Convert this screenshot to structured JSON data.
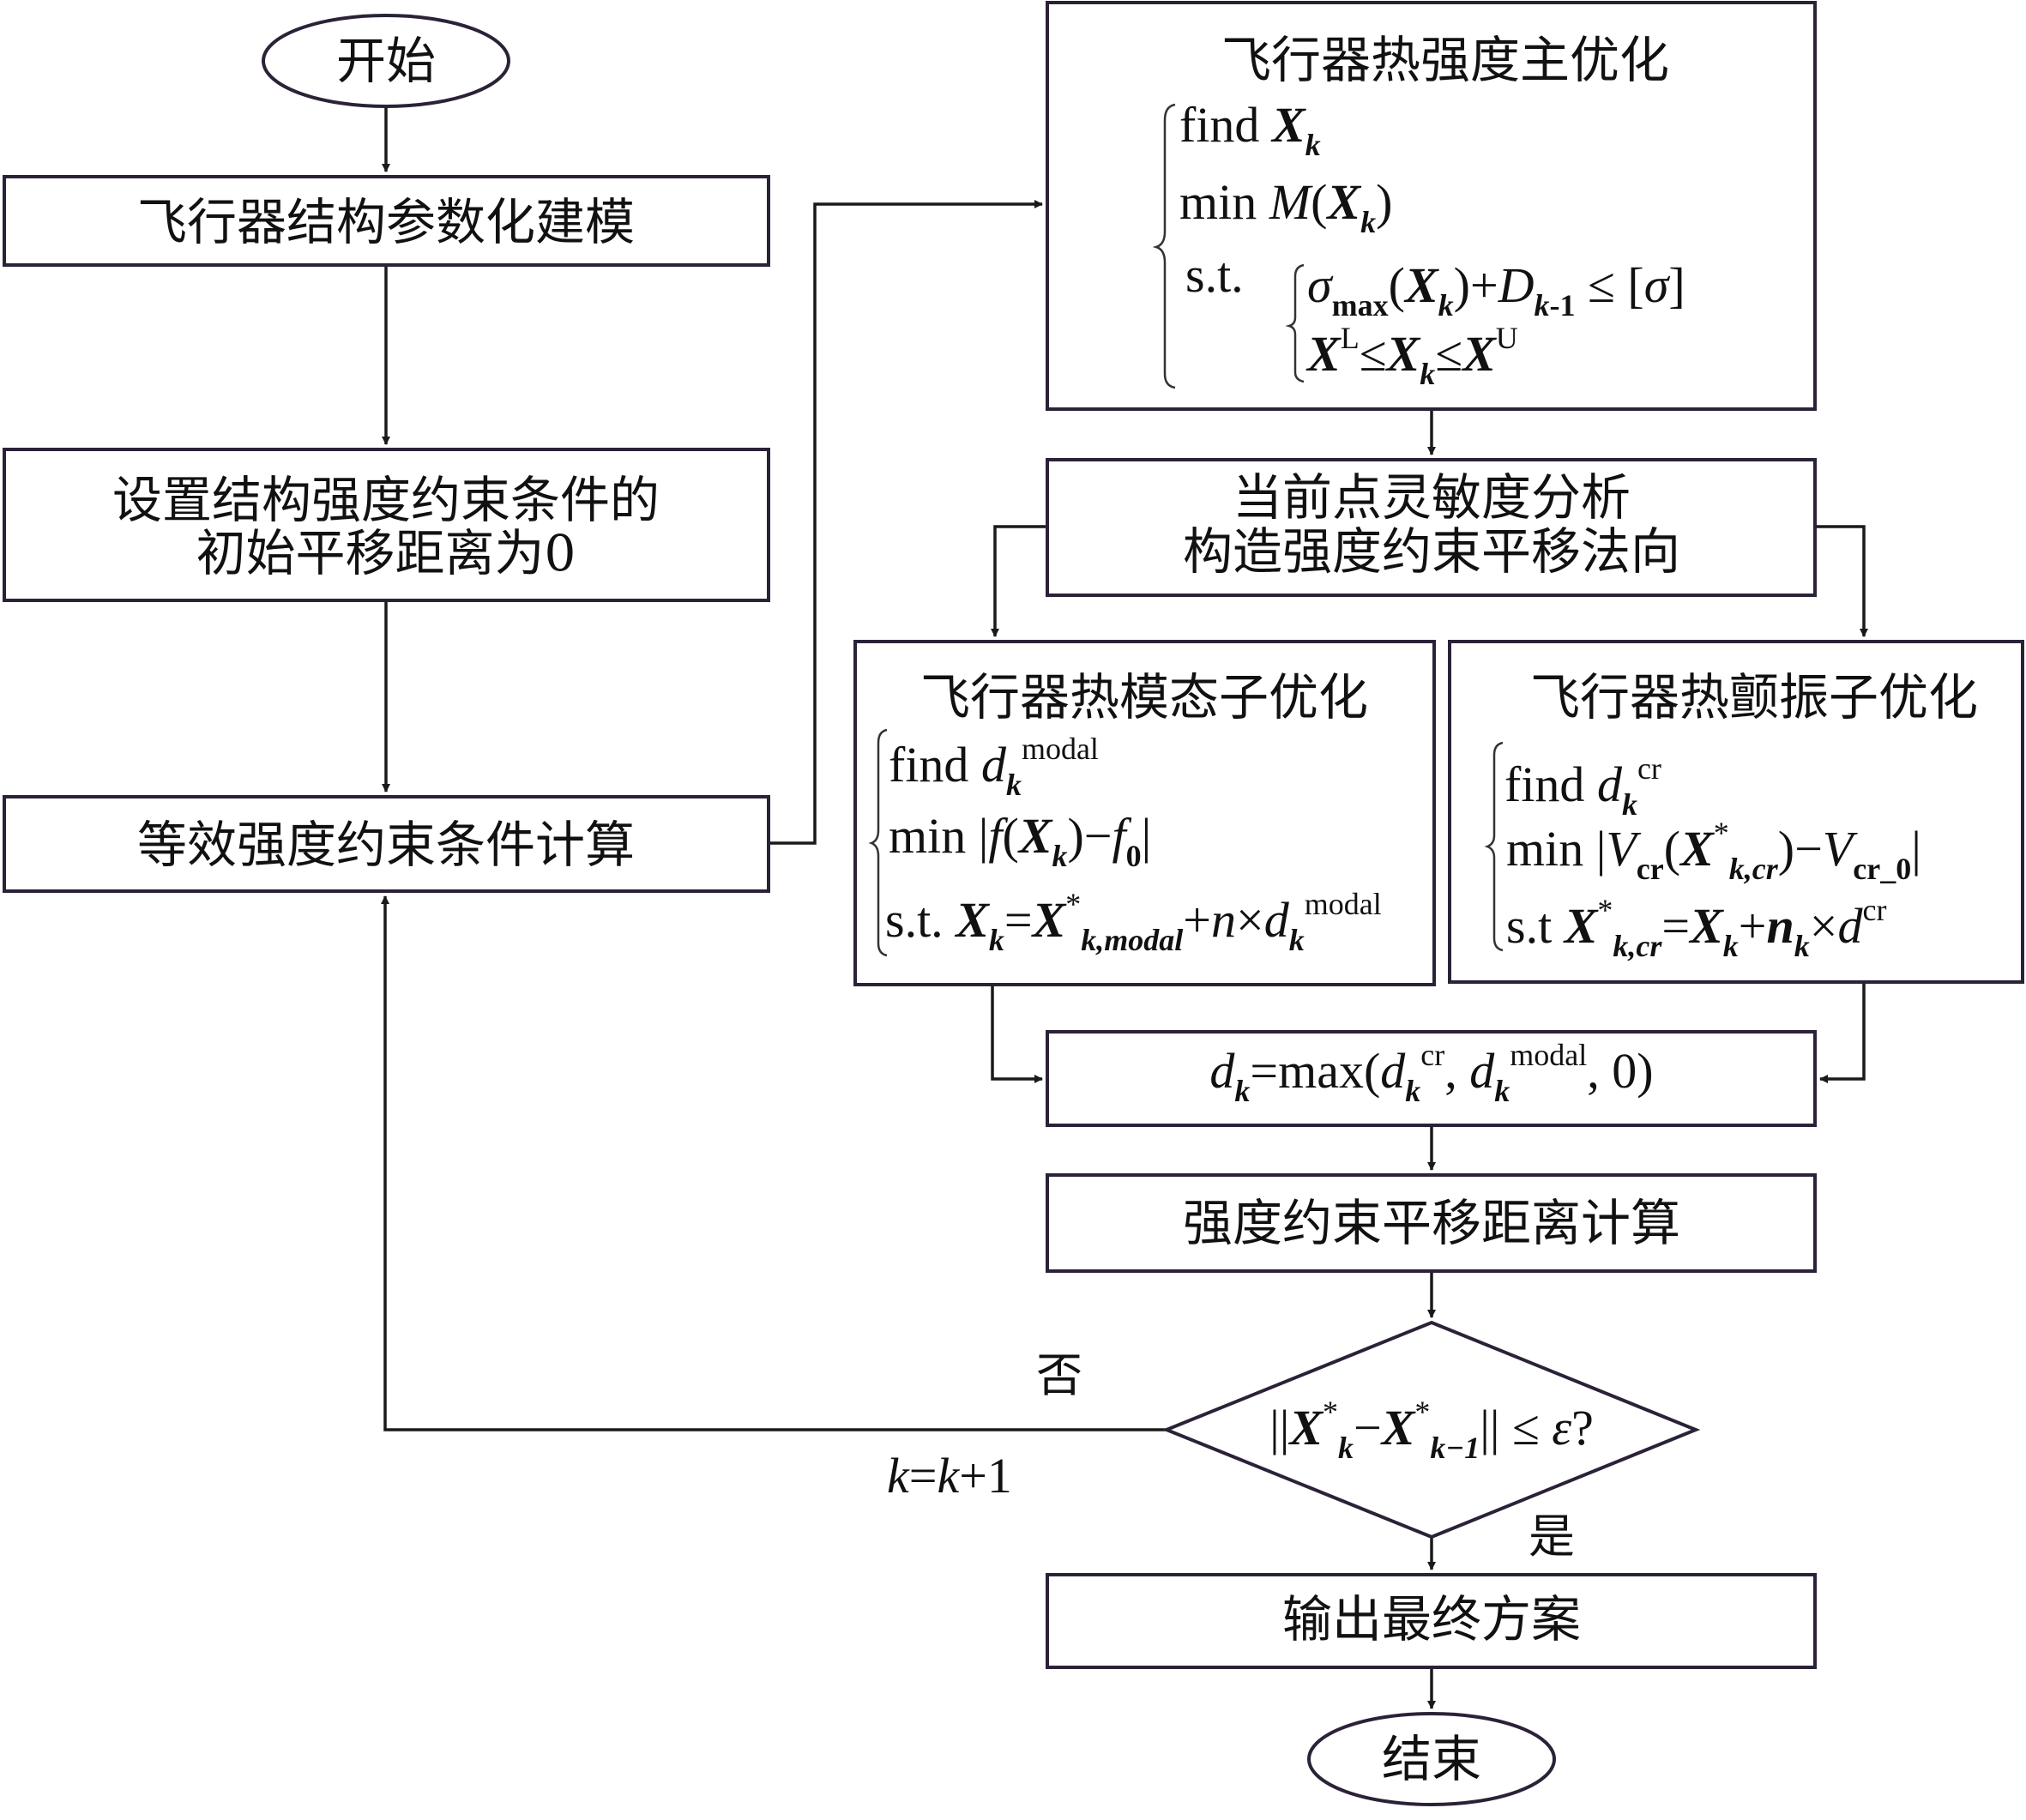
{
  "nodes": {
    "start": "开始",
    "end": "结束",
    "param_model": "飞行器结构参数化建模",
    "init_line1": "设置结构强度约束条件的",
    "init_line2": "初始平移距离为0",
    "equiv_calc": "等效强度约束条件计算",
    "main_title": "飞行器热强度主优化",
    "sens_line1": "当前点灵敏度分析",
    "sens_line2": "构造强度约束平移法向",
    "modal_title": "飞行器热模态子优化",
    "flutter_title": "飞行器热颤振子优化",
    "distance_calc": "强度约束平移距离计算",
    "output": "输出最终方案"
  },
  "labels": {
    "no": "否",
    "yes": "是",
    "k_update": [
      [
        "k",
        "i"
      ],
      [
        "=",
        ""
      ],
      [
        "k",
        "i"
      ],
      [
        "+1",
        ""
      ]
    ]
  },
  "formulas": {
    "main_find": [
      [
        "find ",
        ""
      ],
      [
        "X",
        "bi"
      ],
      [
        "k",
        "subi"
      ]
    ],
    "main_min": [
      [
        "min  ",
        ""
      ],
      [
        "M",
        "i"
      ],
      [
        "(",
        ""
      ],
      [
        "X",
        "bi"
      ],
      [
        "k",
        "subi"
      ],
      [
        ")",
        ""
      ]
    ],
    "main_st": [
      [
        "s.t.",
        ""
      ]
    ],
    "main_c1": [
      [
        "σ",
        "i"
      ],
      [
        "max",
        "sub"
      ],
      [
        "(",
        ""
      ],
      [
        "X",
        "bi"
      ],
      [
        "k",
        "subi"
      ],
      [
        ")+",
        ""
      ],
      [
        "D",
        "i"
      ],
      [
        "k",
        "subi"
      ],
      [
        "-1",
        "sub"
      ],
      [
        " ≤ [",
        ""
      ],
      [
        "σ",
        "i"
      ],
      [
        "]",
        ""
      ]
    ],
    "main_c2": [
      [
        "X",
        "bi"
      ],
      [
        "L",
        "sup"
      ],
      [
        "≤",
        ""
      ],
      [
        "X",
        "bi"
      ],
      [
        "k",
        "subi"
      ],
      [
        "≤",
        ""
      ],
      [
        "X",
        "bi"
      ],
      [
        "U",
        "sup"
      ]
    ],
    "modal_find": [
      [
        "find ",
        ""
      ],
      [
        "d",
        "i"
      ],
      [
        "k",
        "subi"
      ],
      [
        "modal",
        "sup"
      ]
    ],
    "modal_min": [
      [
        "min |",
        ""
      ],
      [
        "f",
        "i"
      ],
      [
        "(",
        ""
      ],
      [
        "X",
        "bi"
      ],
      [
        "k",
        "subi"
      ],
      [
        ")−",
        ""
      ],
      [
        "f",
        "i"
      ],
      [
        "0",
        "sub"
      ],
      [
        "|",
        ""
      ]
    ],
    "modal_st": [
      [
        "s.t.    ",
        ""
      ],
      [
        "X",
        "bi"
      ],
      [
        "k",
        "subi"
      ],
      [
        "=",
        ""
      ],
      [
        "X",
        "bi"
      ],
      [
        "*",
        "sup"
      ],
      [
        "k,modal",
        "subi"
      ],
      [
        "+",
        ""
      ],
      [
        "n",
        "i"
      ],
      [
        "×",
        ""
      ],
      [
        "d",
        "i"
      ],
      [
        "k",
        "subi"
      ],
      [
        "modal",
        "sup"
      ]
    ],
    "flutter_find": [
      [
        "find ",
        ""
      ],
      [
        "d",
        "i"
      ],
      [
        "k",
        "subi"
      ],
      [
        "cr",
        "sup"
      ]
    ],
    "flutter_min": [
      [
        "min |",
        ""
      ],
      [
        "V",
        "i"
      ],
      [
        "cr",
        "sub"
      ],
      [
        "(",
        ""
      ],
      [
        "X",
        "bi"
      ],
      [
        "*",
        "sup"
      ],
      [
        "k,cr",
        "subi"
      ],
      [
        ")−",
        ""
      ],
      [
        "V",
        "i"
      ],
      [
        "cr_0",
        "sub"
      ],
      [
        "|",
        ""
      ]
    ],
    "flutter_st": [
      [
        "s.t    ",
        ""
      ],
      [
        "X",
        "bi"
      ],
      [
        "*",
        "sup"
      ],
      [
        "k,cr",
        "subi"
      ],
      [
        "=",
        ""
      ],
      [
        "X",
        "bi"
      ],
      [
        "k",
        "subi"
      ],
      [
        "+",
        ""
      ],
      [
        "n",
        "bi"
      ],
      [
        "k",
        "subi"
      ],
      [
        "×",
        ""
      ],
      [
        "d",
        "i"
      ],
      [
        "cr",
        "sup"
      ]
    ],
    "max_expr": [
      [
        "d",
        "i"
      ],
      [
        "k",
        "subi"
      ],
      [
        "=max(",
        ""
      ],
      [
        "d",
        "i"
      ],
      [
        "k",
        "subi"
      ],
      [
        "cr",
        "sup"
      ],
      [
        ", ",
        ""
      ],
      [
        "d",
        "i"
      ],
      [
        "k",
        "subi"
      ],
      [
        "modal",
        "sup"
      ],
      [
        ", 0)",
        ""
      ]
    ],
    "converge": [
      [
        "||",
        ""
      ],
      [
        "X",
        "bi"
      ],
      [
        "*",
        "sup"
      ],
      [
        "k",
        "subi"
      ],
      [
        "−",
        ""
      ],
      [
        "X",
        "bi"
      ],
      [
        "*",
        "sup"
      ],
      [
        "k−1",
        "subi"
      ],
      [
        "|| ≤ ",
        ""
      ],
      [
        "ε",
        "i"
      ],
      [
        "?",
        ""
      ]
    ]
  },
  "colors": {
    "box_border": "#2b2238",
    "line": "#1a1a1a"
  }
}
